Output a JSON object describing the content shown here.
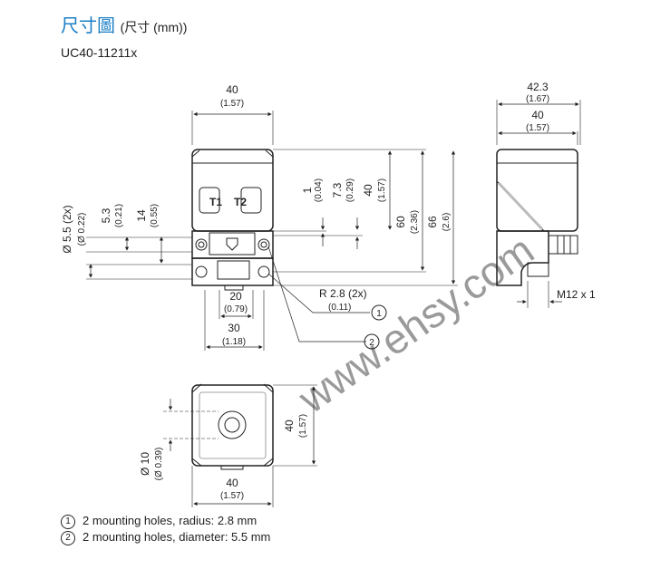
{
  "header": {
    "title": "尺寸圖",
    "title_suffix": "(尺寸 (mm))",
    "model": "UC40-11211x"
  },
  "front_view": {
    "width_mm": "40",
    "width_in": "(1.57)",
    "dim_1": "1",
    "dim_1_in": "(0.04)",
    "dim_7_3": "7.3",
    "dim_7_3_in": "(0.29)",
    "dim_40v": "40",
    "dim_40v_in": "(1.57)",
    "dim_60": "60",
    "dim_60_in": "(2.36)",
    "dim_66": "66",
    "dim_66_in": "(2.6)",
    "dim_5_3": "5.3",
    "dim_5_3_in": "(0.21)",
    "dim_14": "14",
    "dim_14_in": "(0.55)",
    "hole_dia": "Ø 5.5 (2x)",
    "hole_dia_in": "(Ø 0.22)",
    "dim_20": "20",
    "dim_20_in": "(0.79)",
    "dim_30": "30",
    "dim_30_in": "(1.18)",
    "radius": "R 2.8 (2x)",
    "radius_in": "(0.11)",
    "callout_1": "1",
    "callout_2": "2",
    "led_t1": "T1",
    "led_t2": "T2"
  },
  "side_view": {
    "dim_42_3": "42.3",
    "dim_42_3_in": "(1.67)",
    "dim_40": "40",
    "dim_40_in": "(1.57)",
    "connector": "M12 x 1"
  },
  "top_view": {
    "dim_40v": "40",
    "dim_40v_in": "(1.57)",
    "dim_40h": "40",
    "dim_40h_in": "(1.57)",
    "dia": "Ø 10",
    "dia_in": "(Ø 0.39)"
  },
  "notes": [
    {
      "num": "1",
      "text": "2 mounting holes, radius: 2.8 mm"
    },
    {
      "num": "2",
      "text": "2 mounting holes, diameter: 5.5 mm"
    }
  ],
  "watermark": "www.ehsy.com"
}
